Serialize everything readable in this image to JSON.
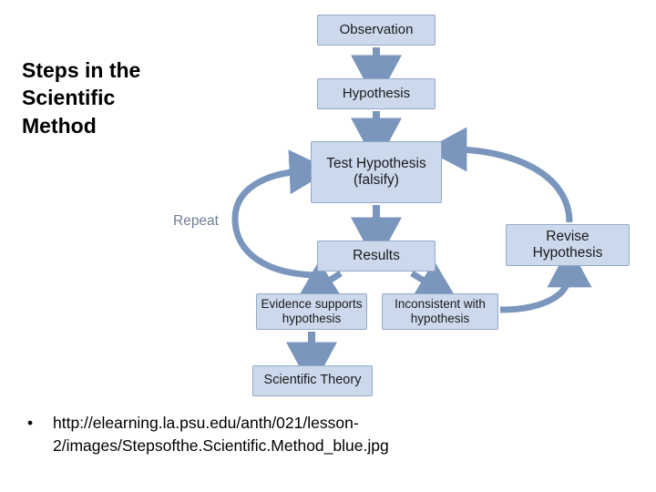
{
  "slide": {
    "title": "Steps in the Scientific Method",
    "caption_bullet": "•",
    "caption_text": "http://elearning.la.psu.edu/anth/021/lesson-2/images/Stepsofthe.Scientific.Method_blue.jpg"
  },
  "diagram": {
    "repeat_label": "Repeat",
    "nodes": [
      {
        "id": "observation",
        "label": "Observation"
      },
      {
        "id": "hypothesis",
        "label": "Hypothesis"
      },
      {
        "id": "test_hypothesis_line1",
        "label": "Test Hypothesis"
      },
      {
        "id": "test_hypothesis_line2",
        "label": "(falsify)"
      },
      {
        "id": "results",
        "label": "Results"
      },
      {
        "id": "evidence_line1",
        "label": "Evidence supports"
      },
      {
        "id": "evidence_line2",
        "label": "hypothesis"
      },
      {
        "id": "inconsistent_line1",
        "label": "Inconsistent with"
      },
      {
        "id": "inconsistent_line2",
        "label": "hypothesis"
      },
      {
        "id": "revise_line1",
        "label": "Revise"
      },
      {
        "id": "revise_line2",
        "label": "Hypothesis"
      },
      {
        "id": "scientific_theory",
        "label": "Scientific Theory"
      }
    ],
    "colors": {
      "box_fill": "#ccd9ed",
      "box_border": "#93a9c8",
      "arrow": "#7a96bd",
      "repeat_text": "#6f7f96"
    }
  }
}
